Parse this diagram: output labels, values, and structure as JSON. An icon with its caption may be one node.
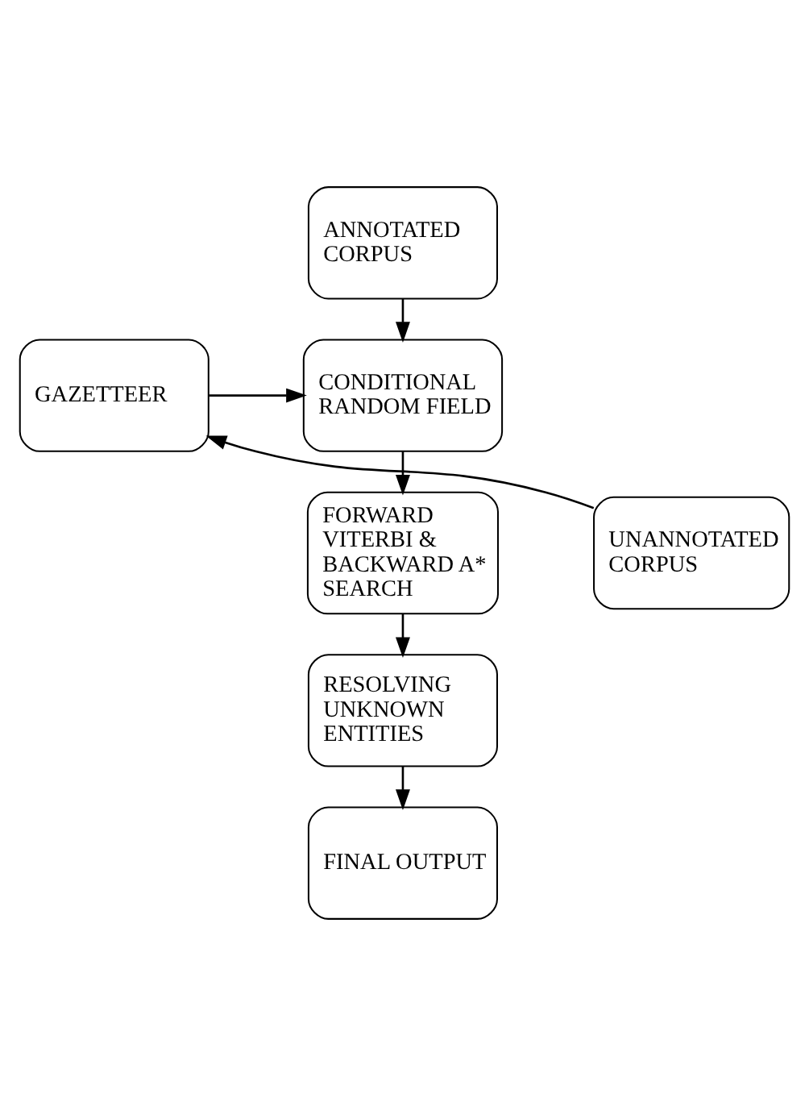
{
  "diagram": {
    "nodes": [
      {
        "text": [
          "ANNOTATED CORPUS"
        ]
      },
      {
        "text": [
          "GAZETTEER"
        ]
      },
      {
        "text": [
          "CONDITIONAL RANDOM FIELD"
        ]
      },
      {
        "text": [
          "UNANNOTATED CORPUS"
        ]
      },
      {
        "text": [
          "FORWARD VITERBI & BACKWARD A* SEARCH"
        ]
      },
      {
        "text": [
          "RESOLVING UNKNOWN ENTITIES"
        ]
      },
      {
        "text": [
          "FINAL OUTPUT"
        ]
      }
    ],
    "edges": [
      {
        "from": 0,
        "to": 2,
        "arrow": "to"
      },
      {
        "from": 1,
        "to": 2,
        "arrow": "to"
      },
      {
        "from": 3,
        "to": 1,
        "arrow": "to"
      },
      {
        "from": 2,
        "to": 4,
        "arrow": "to"
      },
      {
        "from": 4,
        "to": 5,
        "arrow": "to"
      },
      {
        "from": 5,
        "to": 6,
        "arrow": "to"
      }
    ]
  }
}
